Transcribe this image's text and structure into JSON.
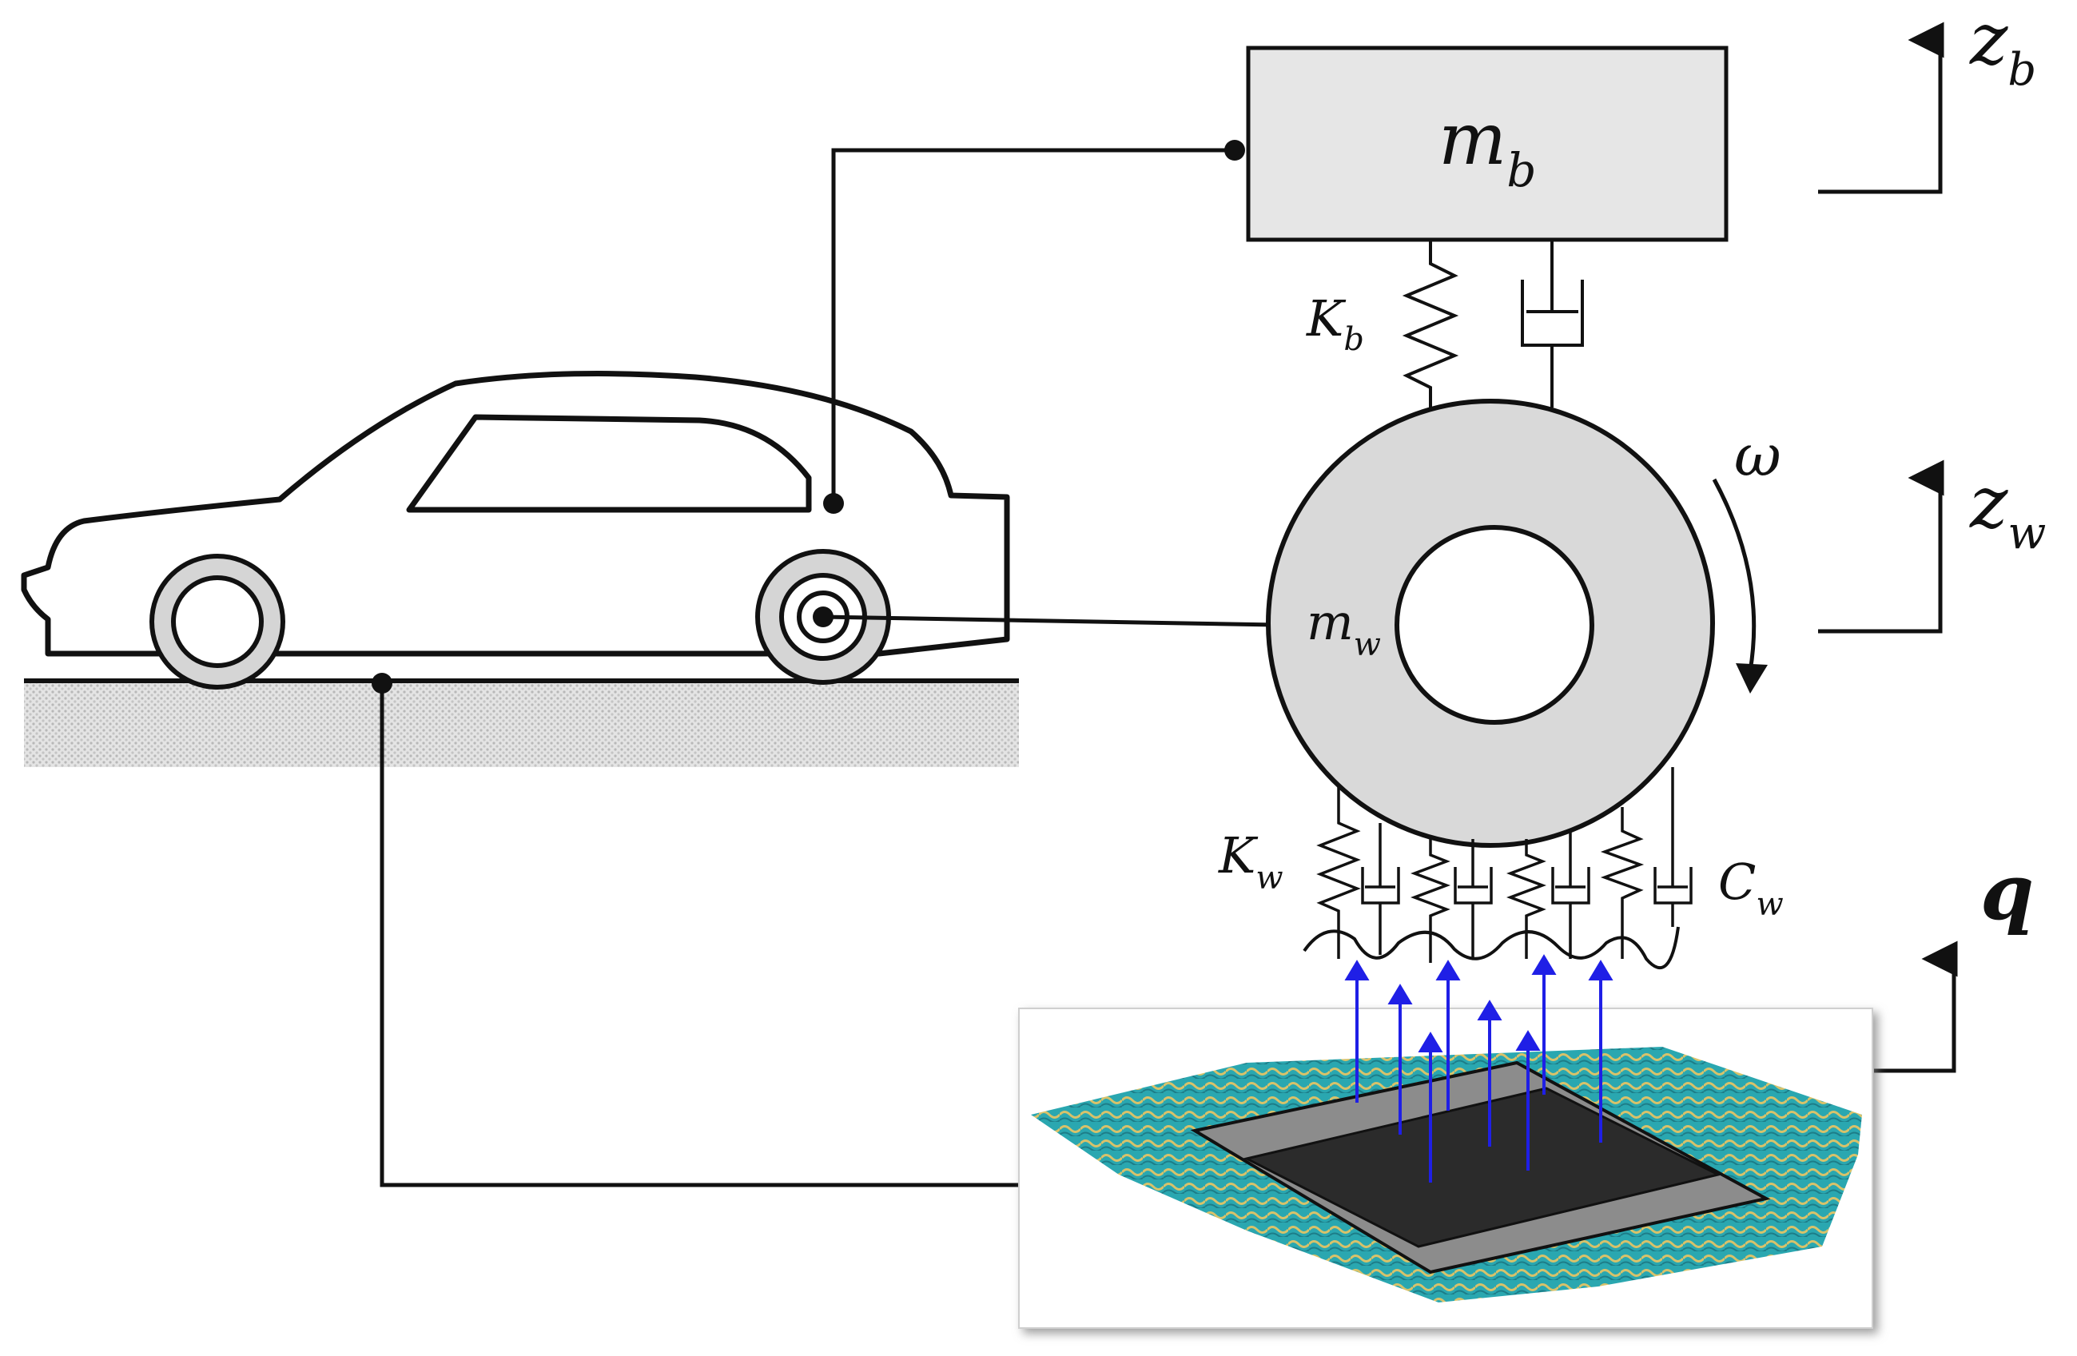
{
  "labels": {
    "body_mass": {
      "main": "m",
      "sub": "b"
    },
    "wheel_mass": {
      "main": "m",
      "sub": "w"
    },
    "body_spring": {
      "main": "K",
      "sub": "b"
    },
    "tire_spring": {
      "main": "K",
      "sub": "w"
    },
    "tire_damper": {
      "main": "C",
      "sub": "w"
    },
    "angular_velocity": "ω",
    "body_displacement": {
      "main": "z",
      "sub": "b"
    },
    "wheel_displacement": {
      "main": "z",
      "sub": "w"
    },
    "road_input": "q"
  },
  "colors": {
    "mass_fill": "#e6e6e6",
    "tire_fill": "#d9d9d9",
    "ground_fill": "#d0d0d0",
    "force_arrows": "#1f1fe6",
    "road_surface": "#2aa7b0",
    "road_highlight": "#d8c26a",
    "contact_patch": "#2b2b2b"
  }
}
